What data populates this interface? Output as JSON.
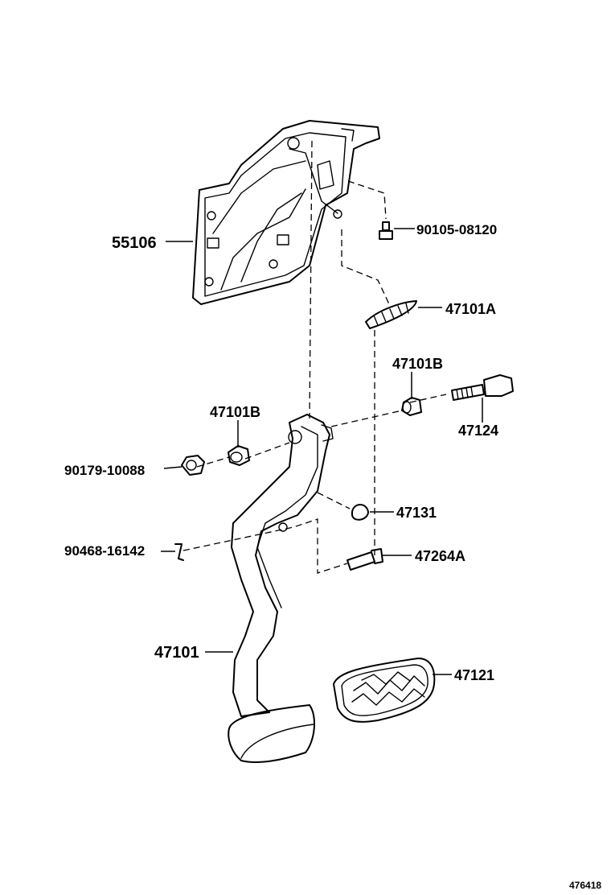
{
  "diagram": {
    "ref_code": "476418",
    "parts": [
      {
        "id": "p55106",
        "code": "55106"
      },
      {
        "id": "p90105",
        "code": "90105-08120"
      },
      {
        "id": "p47101A",
        "code": "47101A"
      },
      {
        "id": "p47101B_right",
        "code": "47101B"
      },
      {
        "id": "p47124",
        "code": "47124"
      },
      {
        "id": "p47101B_left",
        "code": "47101B"
      },
      {
        "id": "p90179",
        "code": "90179-10088"
      },
      {
        "id": "p47131",
        "code": "47131"
      },
      {
        "id": "p90468",
        "code": "90468-16142"
      },
      {
        "id": "p47264A",
        "code": "47264A"
      },
      {
        "id": "p47101",
        "code": "47101"
      },
      {
        "id": "p47121",
        "code": "47121"
      }
    ]
  }
}
